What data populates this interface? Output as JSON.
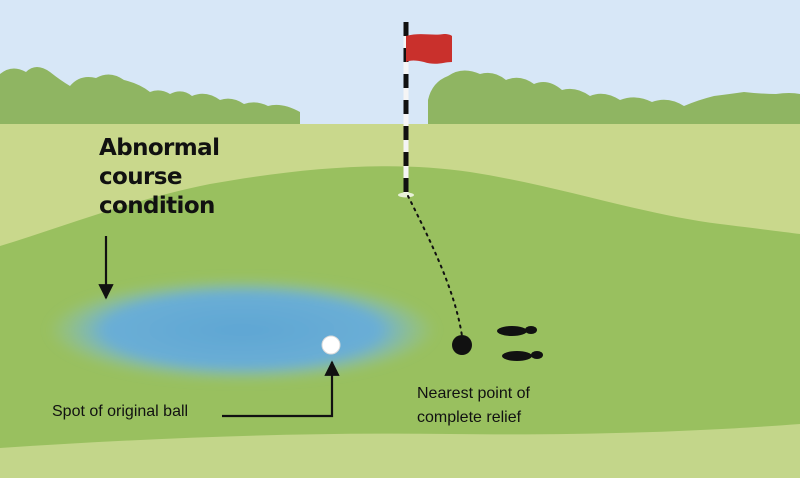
{
  "diagram": {
    "labels": {
      "abnormal_condition": "Abnormal course condition",
      "original_ball": "Spot of original ball",
      "relief_point": "Nearest point of complete relief"
    },
    "colors": {
      "sky": "#d7e7f7",
      "trees": "#8fb562",
      "fairway_far": "#c9d88c",
      "green": "#99c05f",
      "fairway_near": "#c3d68a",
      "water": "#5fa6d3",
      "flag": "#c9302c",
      "ink": "#111111"
    },
    "icons": [
      "flag-icon",
      "golf-ball-icon",
      "footprints-icon"
    ]
  }
}
